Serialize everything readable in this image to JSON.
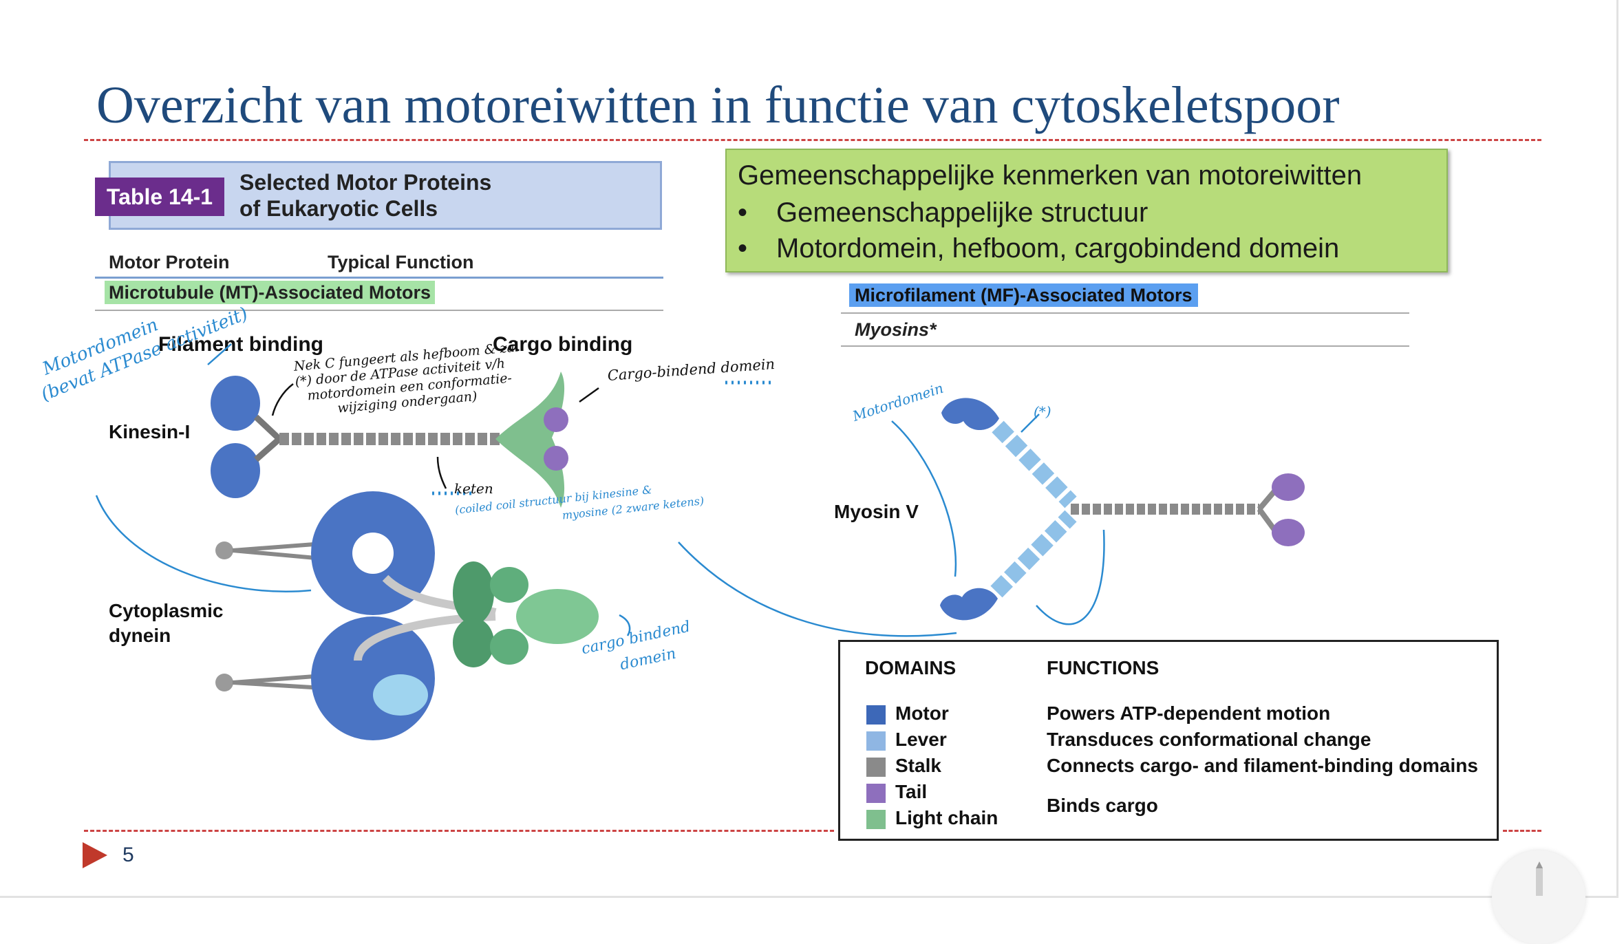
{
  "slide": {
    "title": "Overzicht van motoreiwitten in functie van cytoskeletspoor",
    "page_number": "5"
  },
  "table": {
    "tag": "Table 14-1",
    "title_line1": "Selected Motor Proteins",
    "title_line2": "of Eukaryotic Cells",
    "col_motor": "Motor Protein",
    "col_function": "Typical Function",
    "mt_section": "Microtubule (MT)-Associated Motors",
    "mf_section": "Microfilament (MF)-Associated Motors",
    "myosins": "Myosins*"
  },
  "green_box": {
    "heading": "Gemeenschappelijke kenmerken van motoreiwitten",
    "bullets": [
      "Gemeenschappelijke structuur",
      "Motordomein, hefboom, cargobindend domein"
    ]
  },
  "diagram": {
    "filament_binding": "Filament binding",
    "cargo_binding": "Cargo binding",
    "kinesin": "Kinesin-I",
    "dynein_line1": "Cytoplasmic",
    "dynein_line2": "dynein",
    "myosin": "Myosin V"
  },
  "handwriting": {
    "motordomein_left1": "Motordomein",
    "motordomein_left2": "(bevat ATPase activiteit)",
    "neck_note1": "Nek C fungeert als hefboom & zal",
    "neck_note2": "(*) door de ATPase activiteit v/h",
    "neck_note3": "motordomein een conformatie-",
    "neck_note4": "wijziging ondergaan)",
    "cargo_domain": "Cargo-bindend domein",
    "keten": "keten",
    "coiled_coil1": "(coiled coil structuur bij kinesine &",
    "coiled_coil2": "myosine (2 zware ketens)",
    "motordomein_myosin": "Motordomein",
    "star": "(*)",
    "cargo_bindend_dynein1": "cargo bindend",
    "cargo_bindend_dynein2": "domein"
  },
  "legend": {
    "domains_head": "DOMAINS",
    "functions_head": "FUNCTIONS",
    "items": [
      {
        "name": "Motor",
        "color": "#3d68b8",
        "function": "Powers ATP-dependent motion"
      },
      {
        "name": "Lever",
        "color": "#8fb6e3",
        "function": "Transduces conformational change"
      },
      {
        "name": "Stalk",
        "color": "#8a8a8a",
        "function": "Connects cargo- and filament-binding domains"
      },
      {
        "name": "Tail",
        "color": "#8e6fbd",
        "function": ""
      },
      {
        "name": "Light chain",
        "color": "#7fbf8e",
        "function": ""
      }
    ],
    "binds_cargo": "Binds cargo"
  },
  "colors": {
    "title": "#1f4a7c",
    "motor": "#3d68b8",
    "lever": "#8fb6e3",
    "stalk": "#8a8a8a",
    "tail": "#8e6fbd",
    "light_chain": "#7fbf8e",
    "annotation_blue": "#2a8ad0"
  }
}
